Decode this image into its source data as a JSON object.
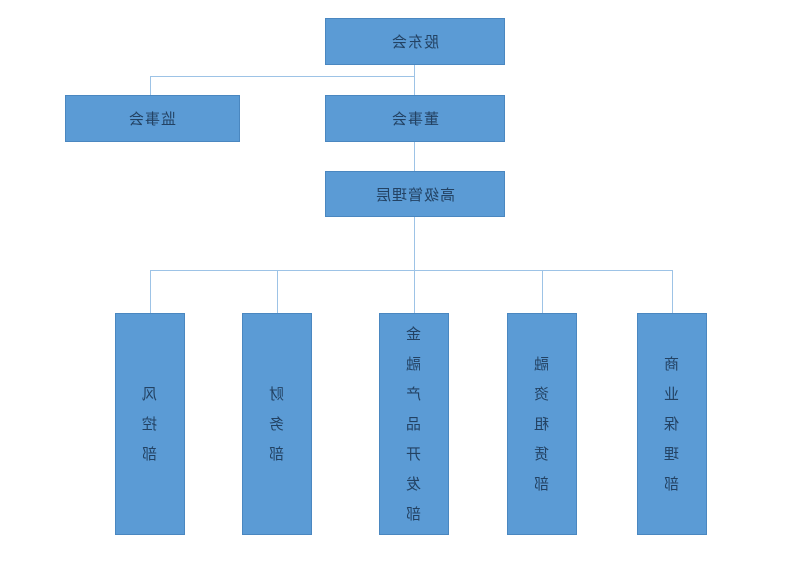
{
  "org_chart": {
    "top": {
      "label": "股东会"
    },
    "level2": [
      {
        "label": "监事会"
      },
      {
        "label": "董事会"
      }
    ],
    "level3": {
      "label": "高级管理层"
    },
    "departments": [
      {
        "label": "风控部"
      },
      {
        "label": "财务部"
      },
      {
        "label": "金融产品开发部"
      },
      {
        "label": "融资租赁部"
      },
      {
        "label": "商业保理部"
      }
    ],
    "colors": {
      "box_fill": "#5b9bd5",
      "box_border": "#4a87c0",
      "connector_line": "#9dc3e6",
      "text": "#234263"
    }
  }
}
